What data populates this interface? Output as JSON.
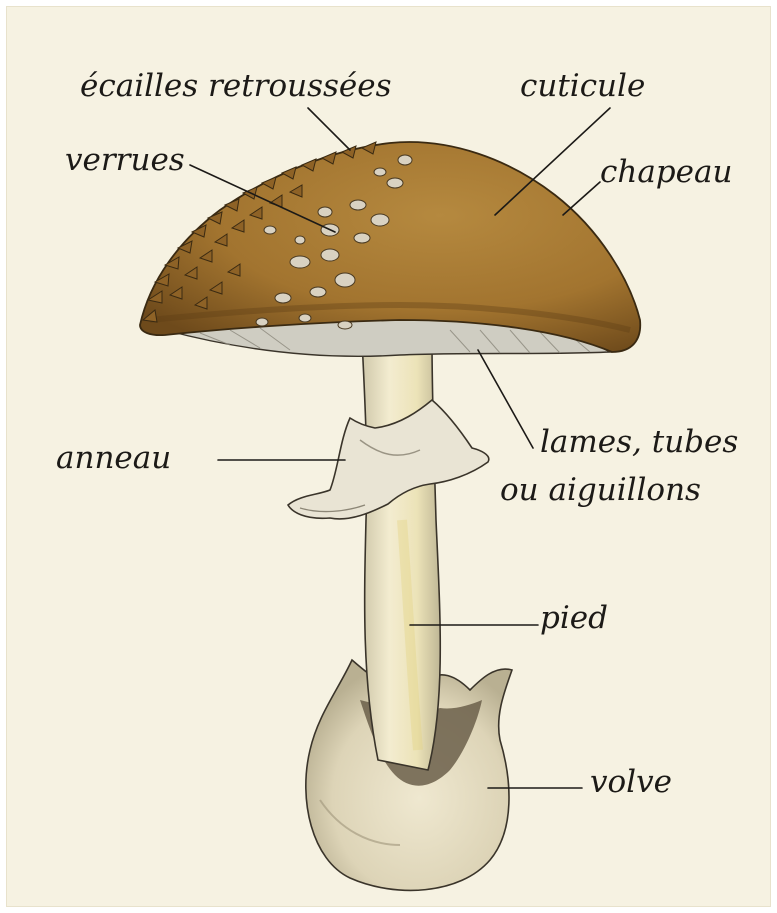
{
  "labels": {
    "ecailles": "écailles retroussées",
    "verrues": "verrues",
    "cuticule": "cuticule",
    "chapeau": "chapeau",
    "anneau": "anneau",
    "lames_line1": "lames, tubes",
    "lames_line2": "ou aiguillons",
    "pied": "pied",
    "volve": "volve"
  },
  "colors": {
    "background": "#f6f2e2",
    "cap": "#a87a35",
    "cap_dark": "#7a5420",
    "gills": "#c9c7bd",
    "stem": "#ede6c8",
    "volva": "#e6dfc6",
    "ink": "#1c1a17"
  }
}
